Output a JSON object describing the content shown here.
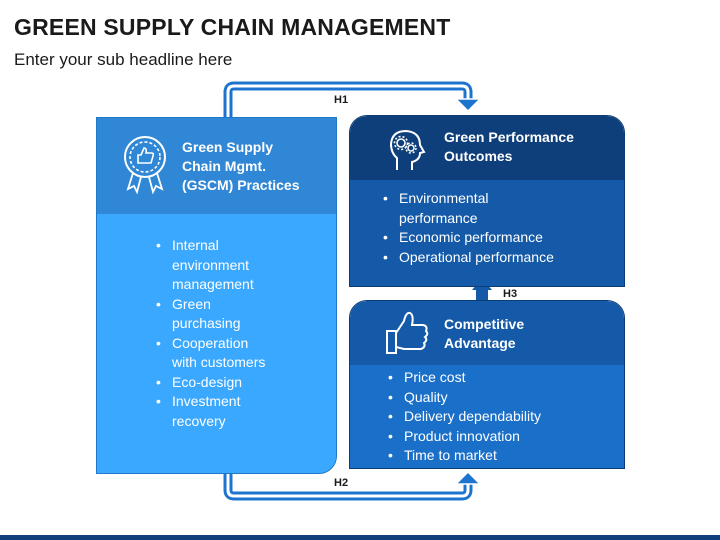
{
  "title": "GREEN SUPPLY CHAIN MANAGEMENT",
  "subtitle": "Enter your sub headline here",
  "arrows": {
    "h1": "H1",
    "h2": "H2",
    "h3": "H3"
  },
  "gscm": {
    "title_lines": [
      "Green Supply",
      "Chain Mgmt.",
      "(GSCM) Practices"
    ],
    "items": [
      "Internal environment management",
      "Green purchasing",
      "Cooperation with customers",
      "Eco-design",
      "Investment recovery"
    ]
  },
  "performance": {
    "title_lines": [
      "Green Performance",
      "Outcomes"
    ],
    "items": [
      "Environmental performance",
      "Economic performance",
      "Operational performance"
    ]
  },
  "advantage": {
    "title_lines": [
      "Competitive",
      "Advantage"
    ],
    "items": [
      "Price cost",
      "Quality",
      "Delivery dependability",
      "Product innovation",
      "Time to market"
    ]
  },
  "colors": {
    "light_blue": "#3aa8ff",
    "mid_blue": "#2f87d5",
    "dark_blue": "#0e3f7a",
    "accent_blue": "#1a6fc8"
  },
  "icons": {
    "gscm": "award-thumbs-up-icon",
    "performance": "head-gears-icon",
    "advantage": "thumbs-up-icon"
  }
}
